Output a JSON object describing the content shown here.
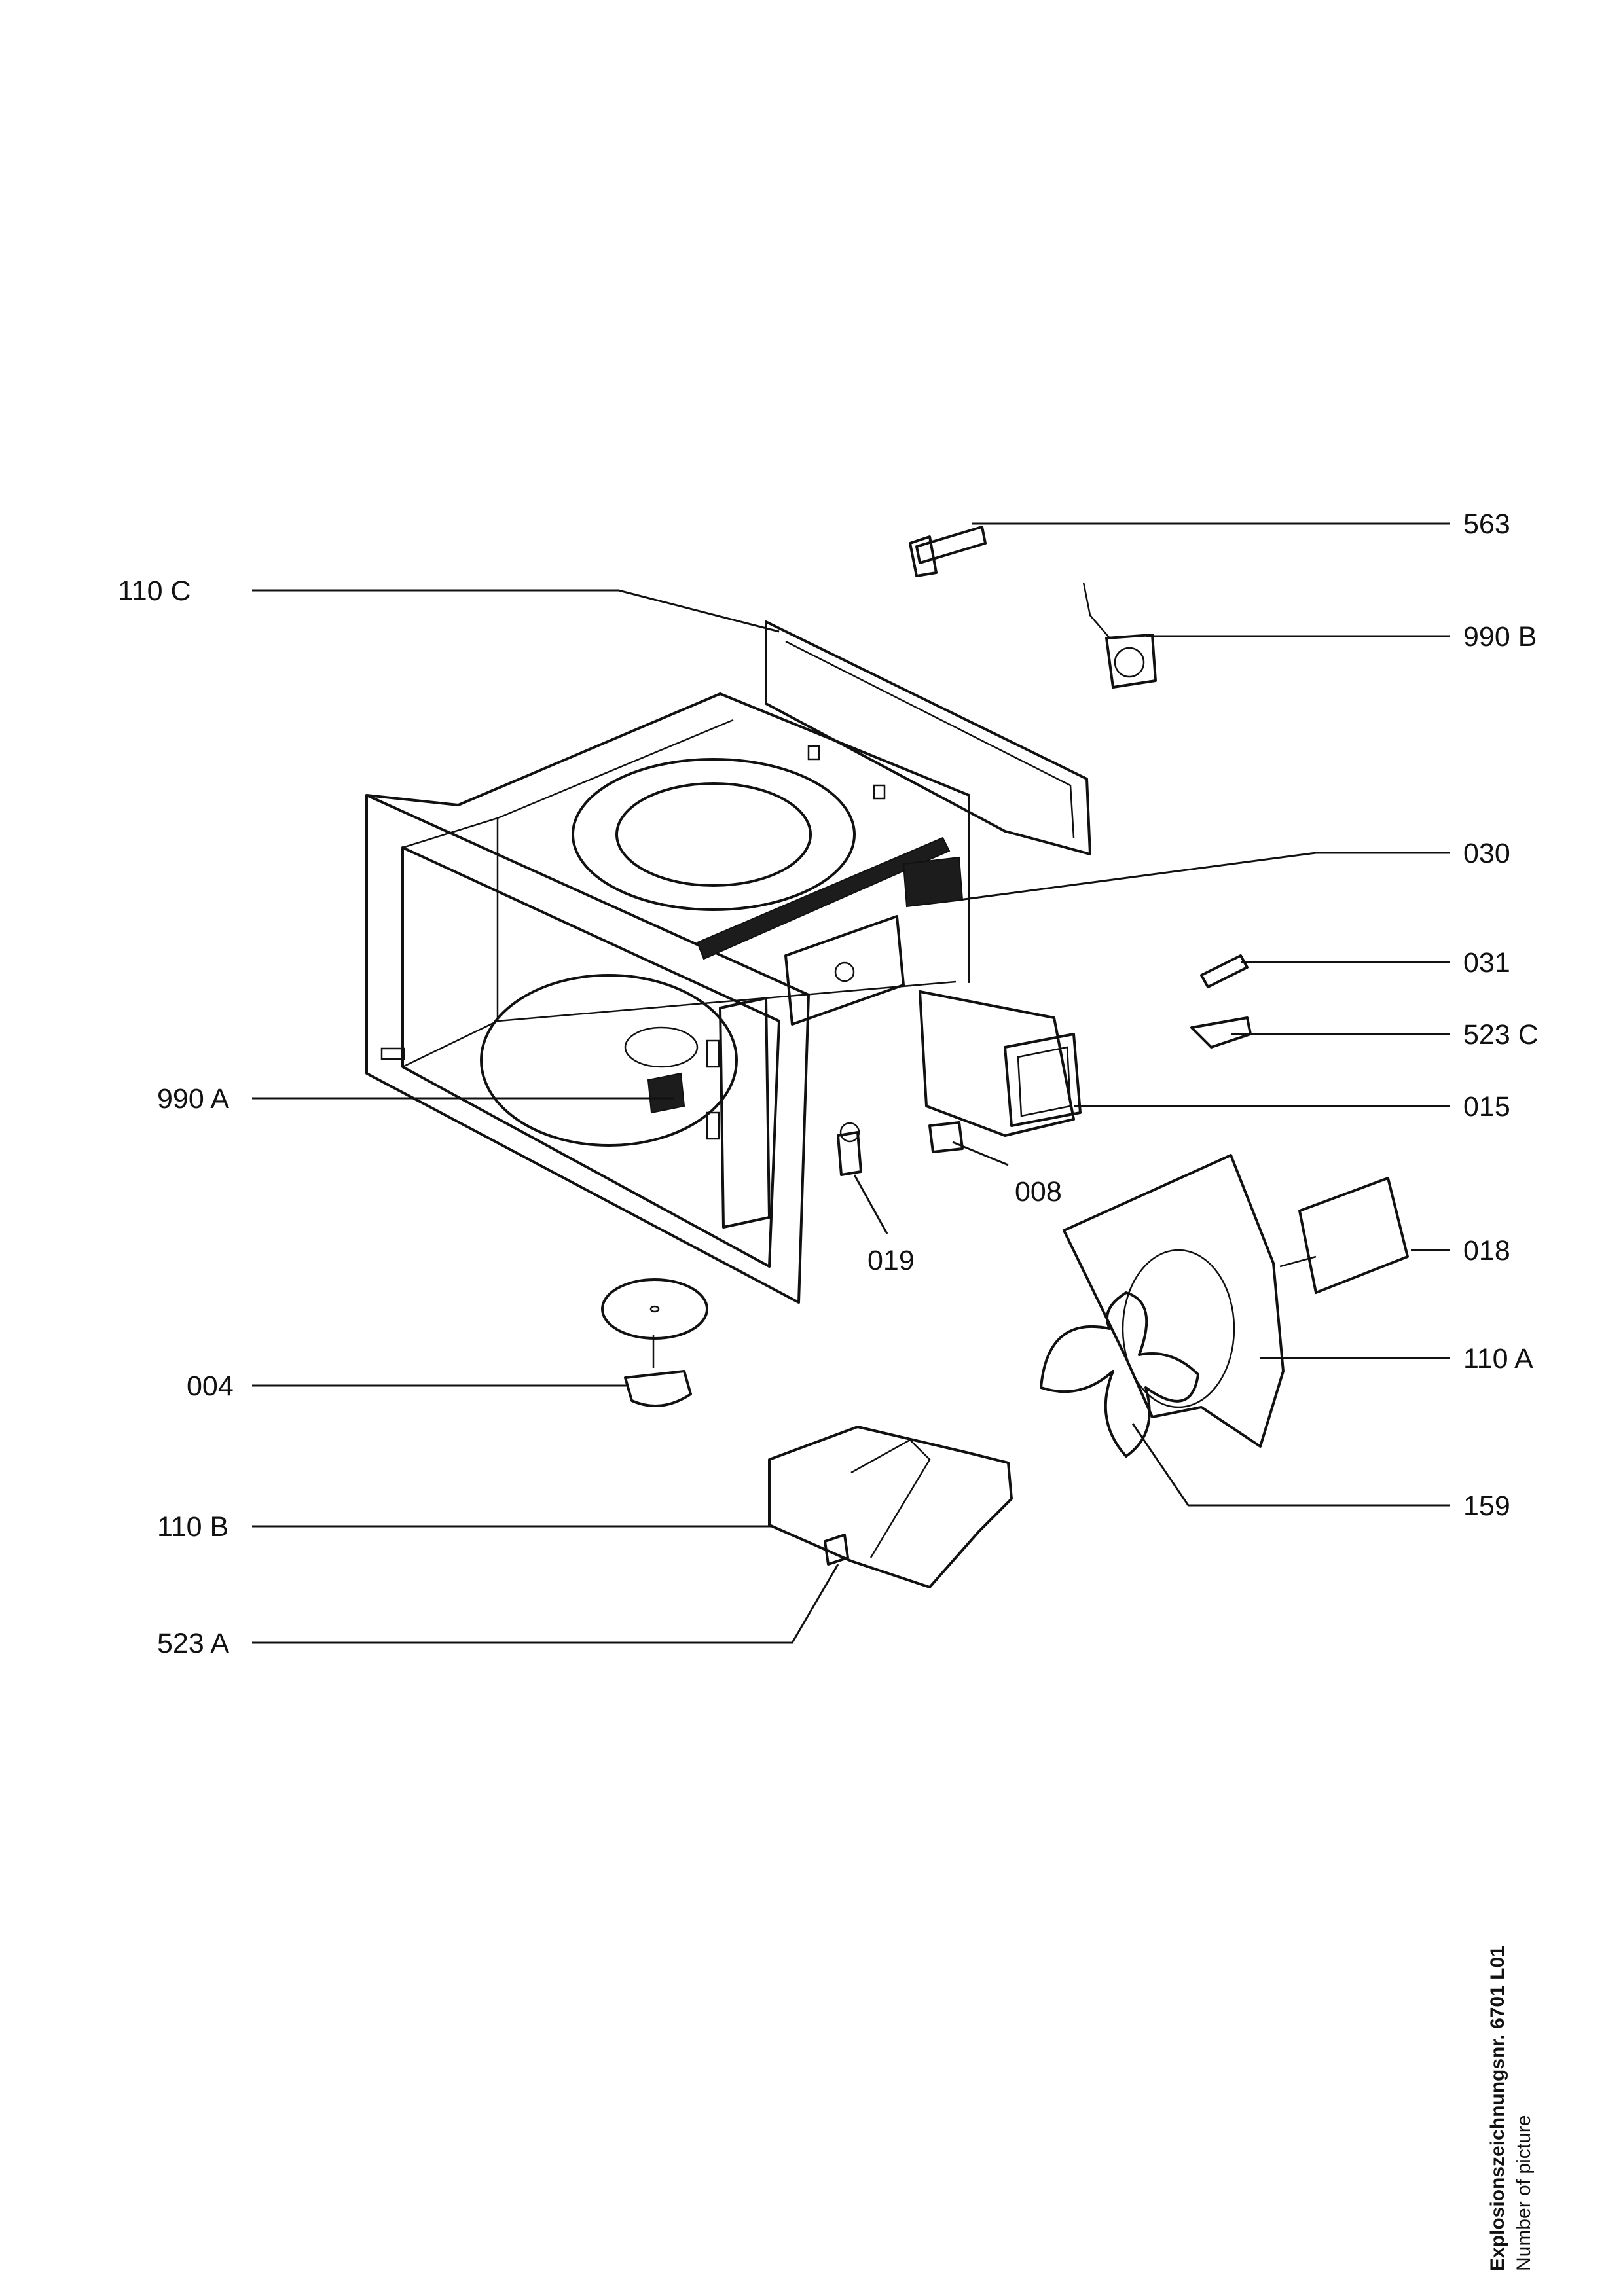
{
  "drawing": {
    "caption_title": "Explosionszeichnungsnr. 6701 L01",
    "caption_subtitle": "Number of picture"
  },
  "part_labels": [
    "563",
    "110 C",
    "990 B",
    "030",
    "031",
    "523 C",
    "990 A",
    "015",
    "008",
    "019",
    "018",
    "110 A",
    "004",
    "159",
    "110 B",
    "523 A"
  ]
}
